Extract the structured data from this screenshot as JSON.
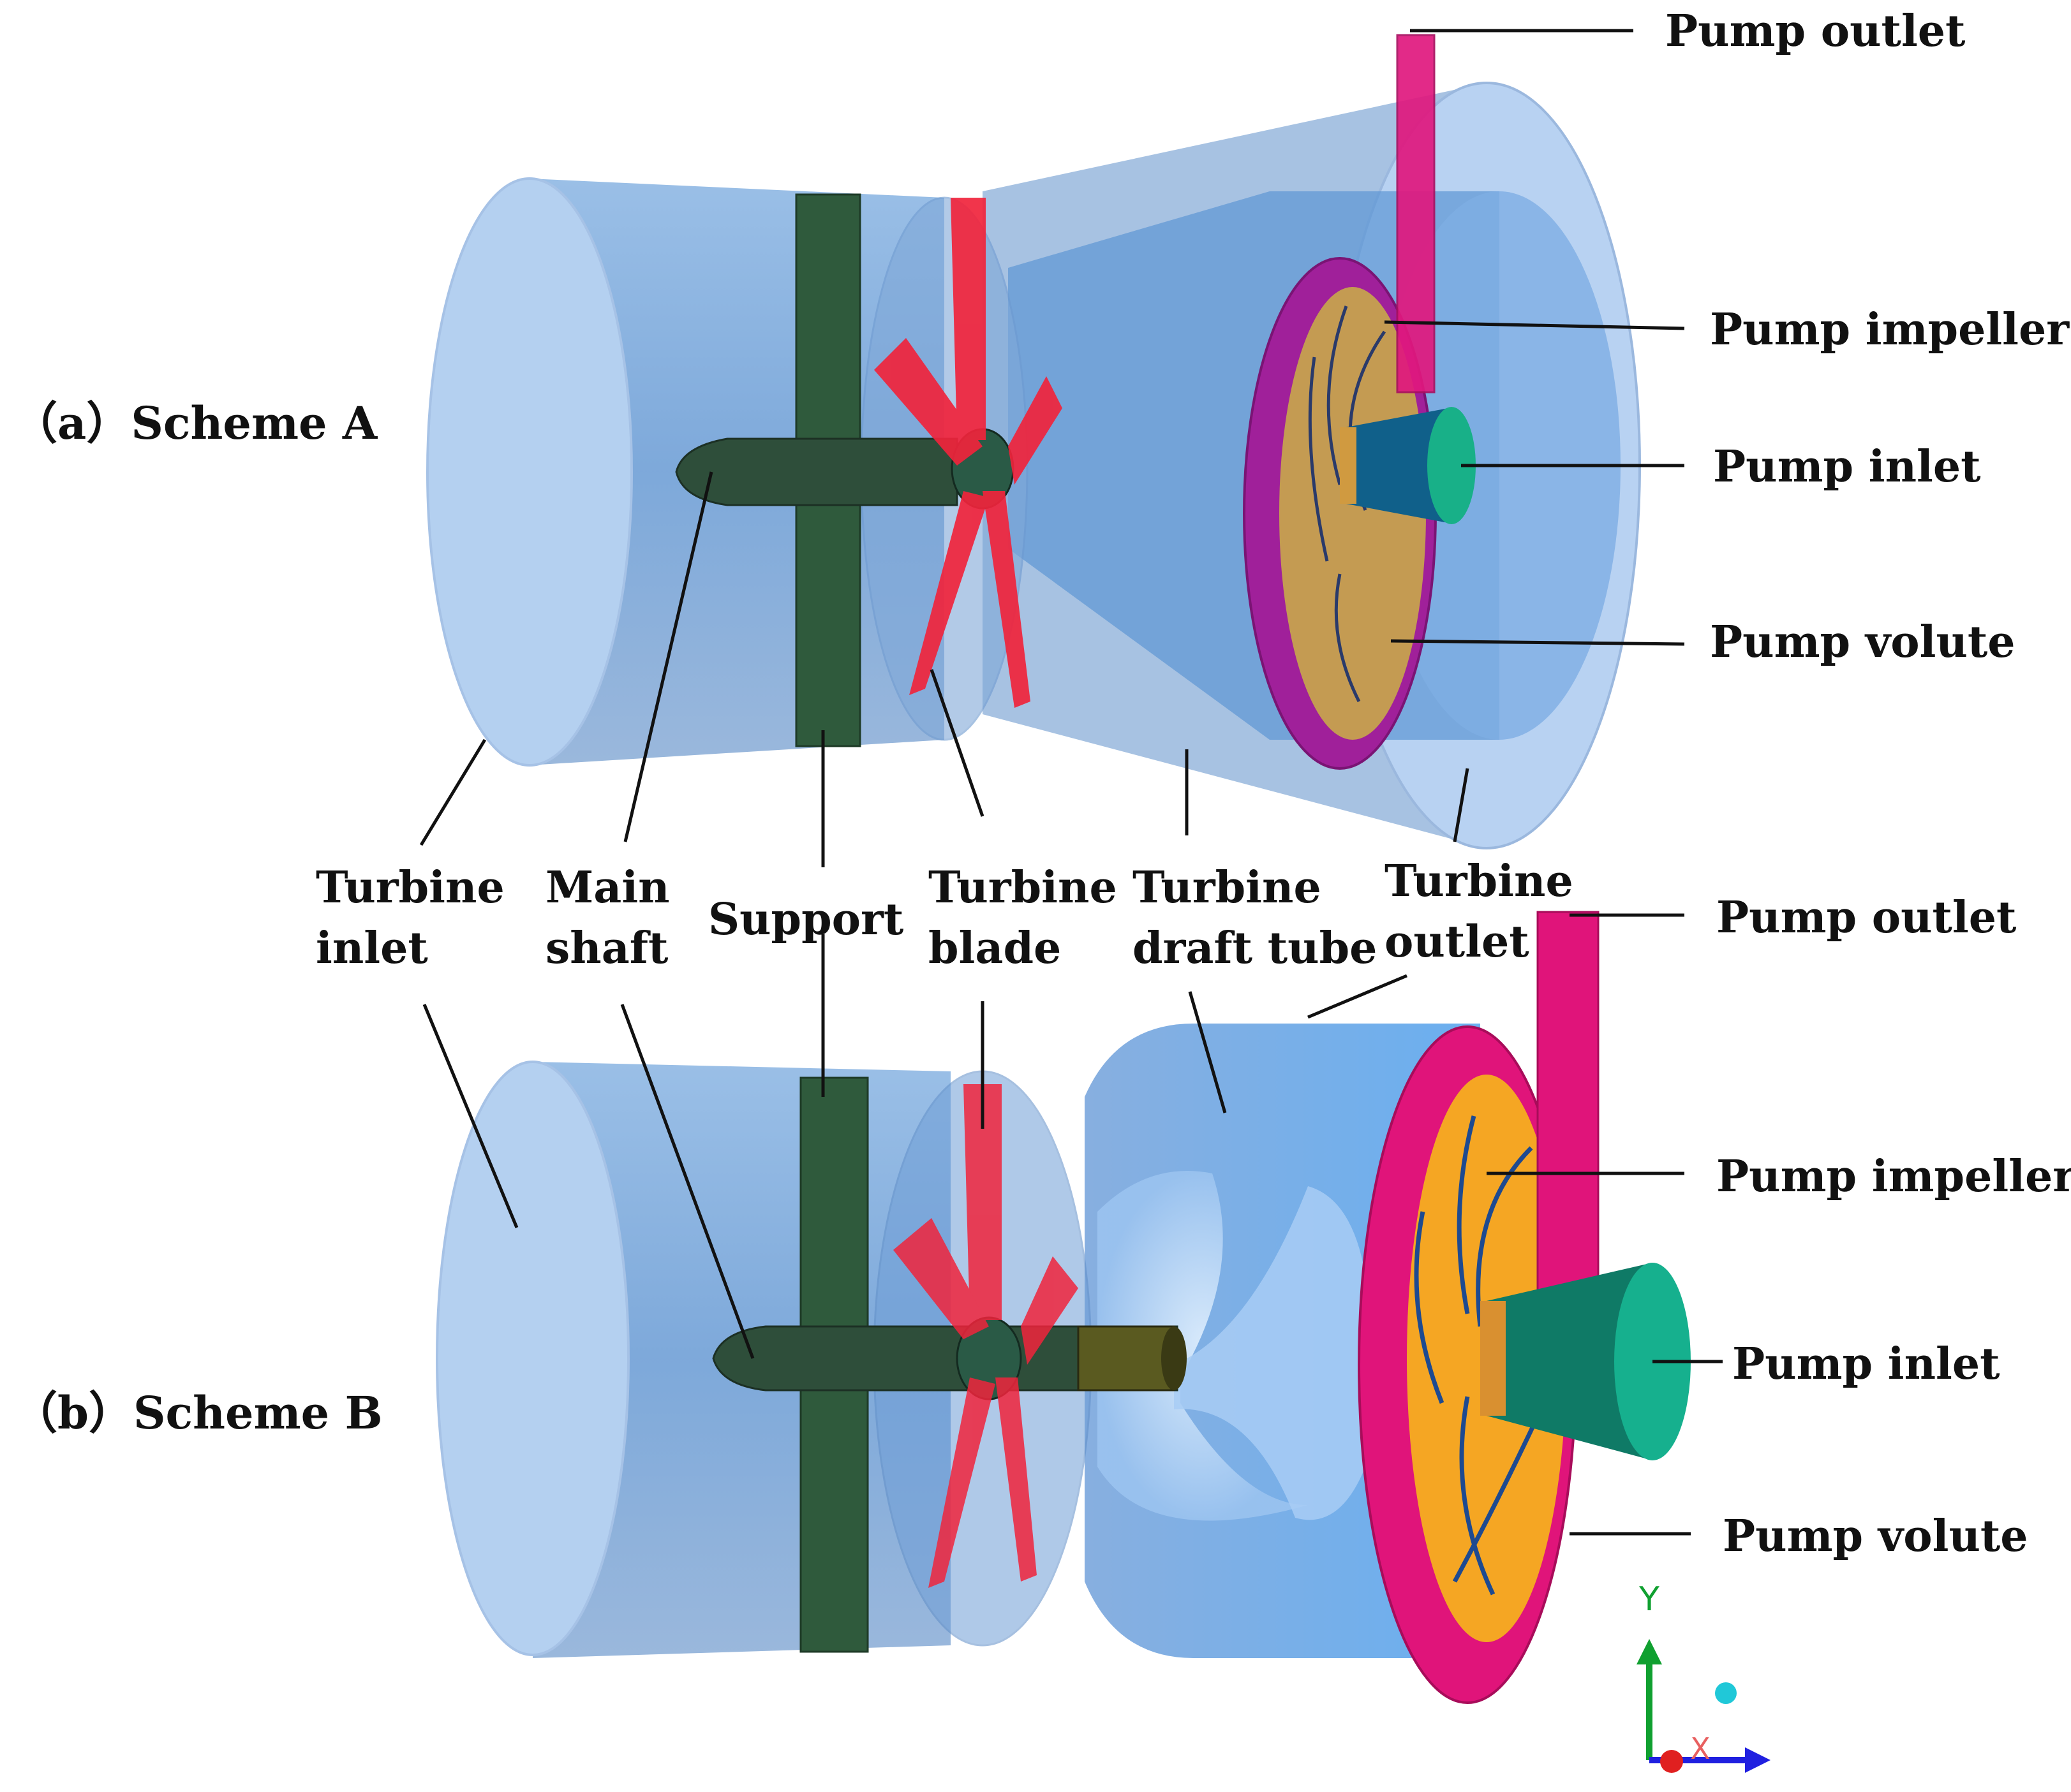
{
  "schemes": [
    {
      "tag": "（a）",
      "name": "Scheme A"
    },
    {
      "tag": "（b）",
      "name": "Scheme B"
    }
  ],
  "labels": {
    "pump_outlet": "Pump outlet",
    "pump_impeller": "Pump impeller",
    "pump_inlet": "Pump inlet",
    "pump_volute": "Pump volute",
    "turbine_inlet": [
      "Turbine",
      "inlet"
    ],
    "main_shaft": [
      "Main",
      "shaft"
    ],
    "support": "Support",
    "turbine_blade": [
      "Turbine",
      "blade"
    ],
    "turbine_draft_tube": [
      "Turbine",
      "draft tube"
    ],
    "turbine_outlet": [
      "Turbine",
      "outlet"
    ]
  },
  "axes": {
    "y": "Y",
    "x": "X"
  },
  "colors": {
    "water": "#7aa8dc",
    "support": "#2d5a3a",
    "blade": "#f0243c",
    "volute_a": "#a0209a",
    "volute_b": "#e0147a",
    "impeller_a": "#c8a94a",
    "impeller_b": "#f5a623",
    "pump_inlet": "#0f8a78",
    "axis_y": "#10a030",
    "axis_x": "#2020e0",
    "axis_z": "#e02020"
  }
}
